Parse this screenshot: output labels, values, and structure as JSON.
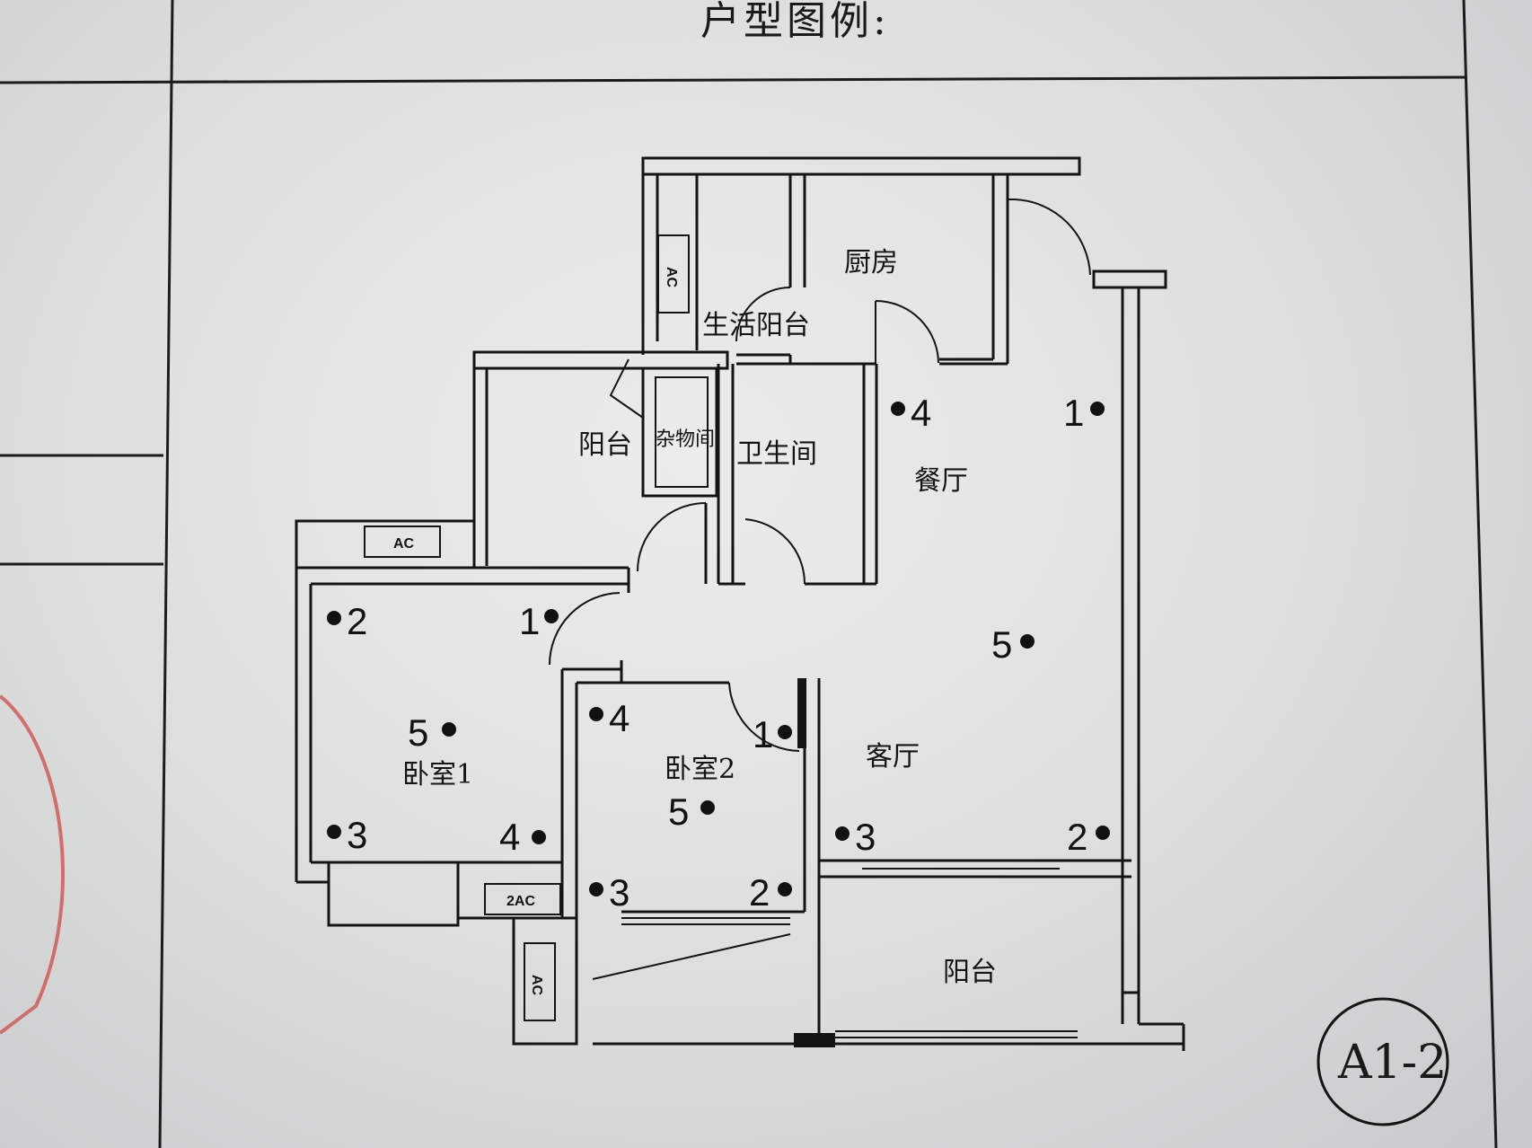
{
  "title": "户型图例:",
  "plan_code": "A1-2",
  "rooms": {
    "kitchen": "厨房",
    "utility_balcony": "生活阳台",
    "balcony_top": "阳台",
    "storage": "杂物间",
    "bathroom": "卫生间",
    "dining": "餐厅",
    "living": "客厅",
    "bedroom1": "卧室1",
    "bedroom2": "卧室2",
    "balcony_bottom": "阳台"
  },
  "ac_units": {
    "kitchen_ac": "AC",
    "balcony_ac": "AC",
    "bedroom2_ac": "2AC",
    "bottom_ac": "AC"
  },
  "markers": {
    "dining_4": "4",
    "dining_1": "1",
    "living_5": "5",
    "living_3": "3",
    "living_2": "2",
    "bed1_2": "2",
    "bed1_1": "1",
    "bed1_5": "5",
    "bed1_3": "3",
    "bed1_4": "4",
    "bed2_4": "4",
    "bed2_1": "1",
    "bed2_5": "5",
    "bed2_3": "3",
    "bed2_2": "2"
  },
  "colors": {
    "paper": "#e3e5e3",
    "ink": "#141414",
    "stamp": "#d24a4a"
  }
}
